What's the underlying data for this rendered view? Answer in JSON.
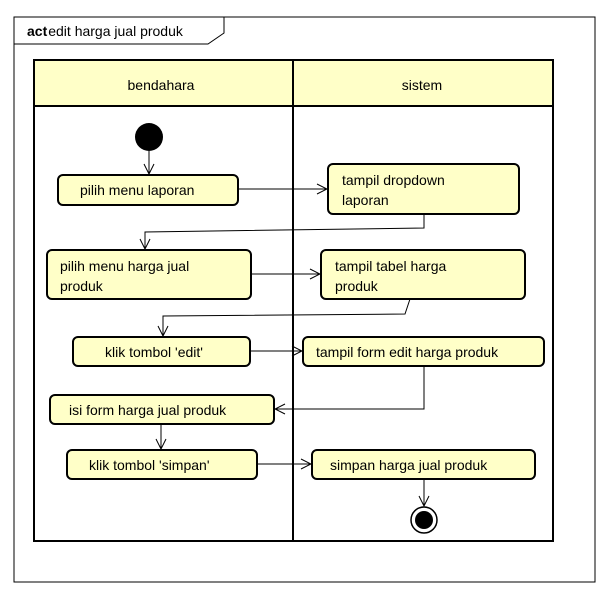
{
  "frame": {
    "keyword": "act",
    "title": "edit harga jual produk"
  },
  "lanes": [
    {
      "name": "bendahara"
    },
    {
      "name": "sistem"
    }
  ],
  "actions": [
    {
      "id": "a1",
      "lane": "bendahara",
      "lines": [
        "pilih menu laporan"
      ]
    },
    {
      "id": "s1",
      "lane": "sistem",
      "lines": [
        "tampil dropdown",
        "laporan"
      ]
    },
    {
      "id": "a2",
      "lane": "bendahara",
      "lines": [
        "pilih menu harga jual",
        "produk"
      ]
    },
    {
      "id": "s2",
      "lane": "sistem",
      "lines": [
        "tampil tabel harga",
        "produk"
      ]
    },
    {
      "id": "a3",
      "lane": "bendahara",
      "lines": [
        "klik tombol 'edit'"
      ]
    },
    {
      "id": "s3",
      "lane": "sistem",
      "lines": [
        "tampil form edit harga produk"
      ]
    },
    {
      "id": "a4",
      "lane": "bendahara",
      "lines": [
        "isi form harga jual produk"
      ]
    },
    {
      "id": "a5",
      "lane": "bendahara",
      "lines": [
        "klik tombol 'simpan'"
      ]
    },
    {
      "id": "s4",
      "lane": "sistem",
      "lines": [
        "simpan harga jual produk"
      ]
    }
  ],
  "flows": [
    {
      "from": "start",
      "to": "a1"
    },
    {
      "from": "a1",
      "to": "s1"
    },
    {
      "from": "s1",
      "to": "a2"
    },
    {
      "from": "a2",
      "to": "s2"
    },
    {
      "from": "s2",
      "to": "a3"
    },
    {
      "from": "a3",
      "to": "s3"
    },
    {
      "from": "s3",
      "to": "a4"
    },
    {
      "from": "a4",
      "to": "a5"
    },
    {
      "from": "a5",
      "to": "s4"
    },
    {
      "from": "s4",
      "to": "end"
    }
  ]
}
